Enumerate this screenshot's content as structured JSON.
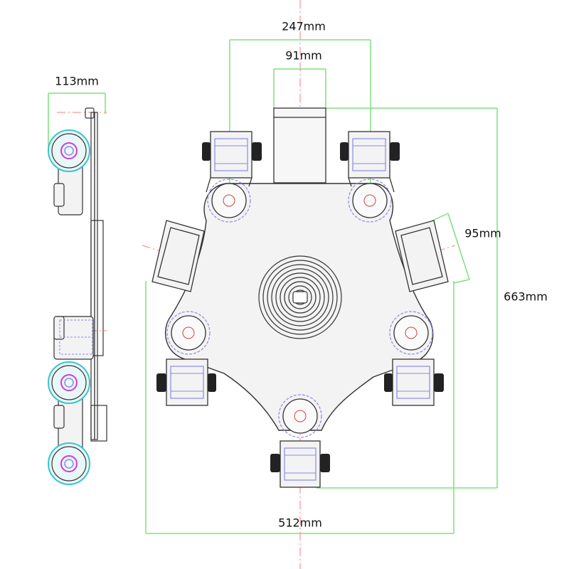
{
  "dimensions": {
    "side_width": "113mm",
    "top_span": "247mm",
    "mast_width": "91mm",
    "bracket_depth": "95mm",
    "overall_height": "663mm",
    "overall_width": "512mm"
  },
  "colors": {
    "dimension": "#7ee07e",
    "centerline": "#ff7a7a",
    "hidden": "#8a8ae6",
    "outline": "#333333",
    "wheel_cyan": "#35c6cf",
    "wheel_magenta": "#d23ad8"
  }
}
